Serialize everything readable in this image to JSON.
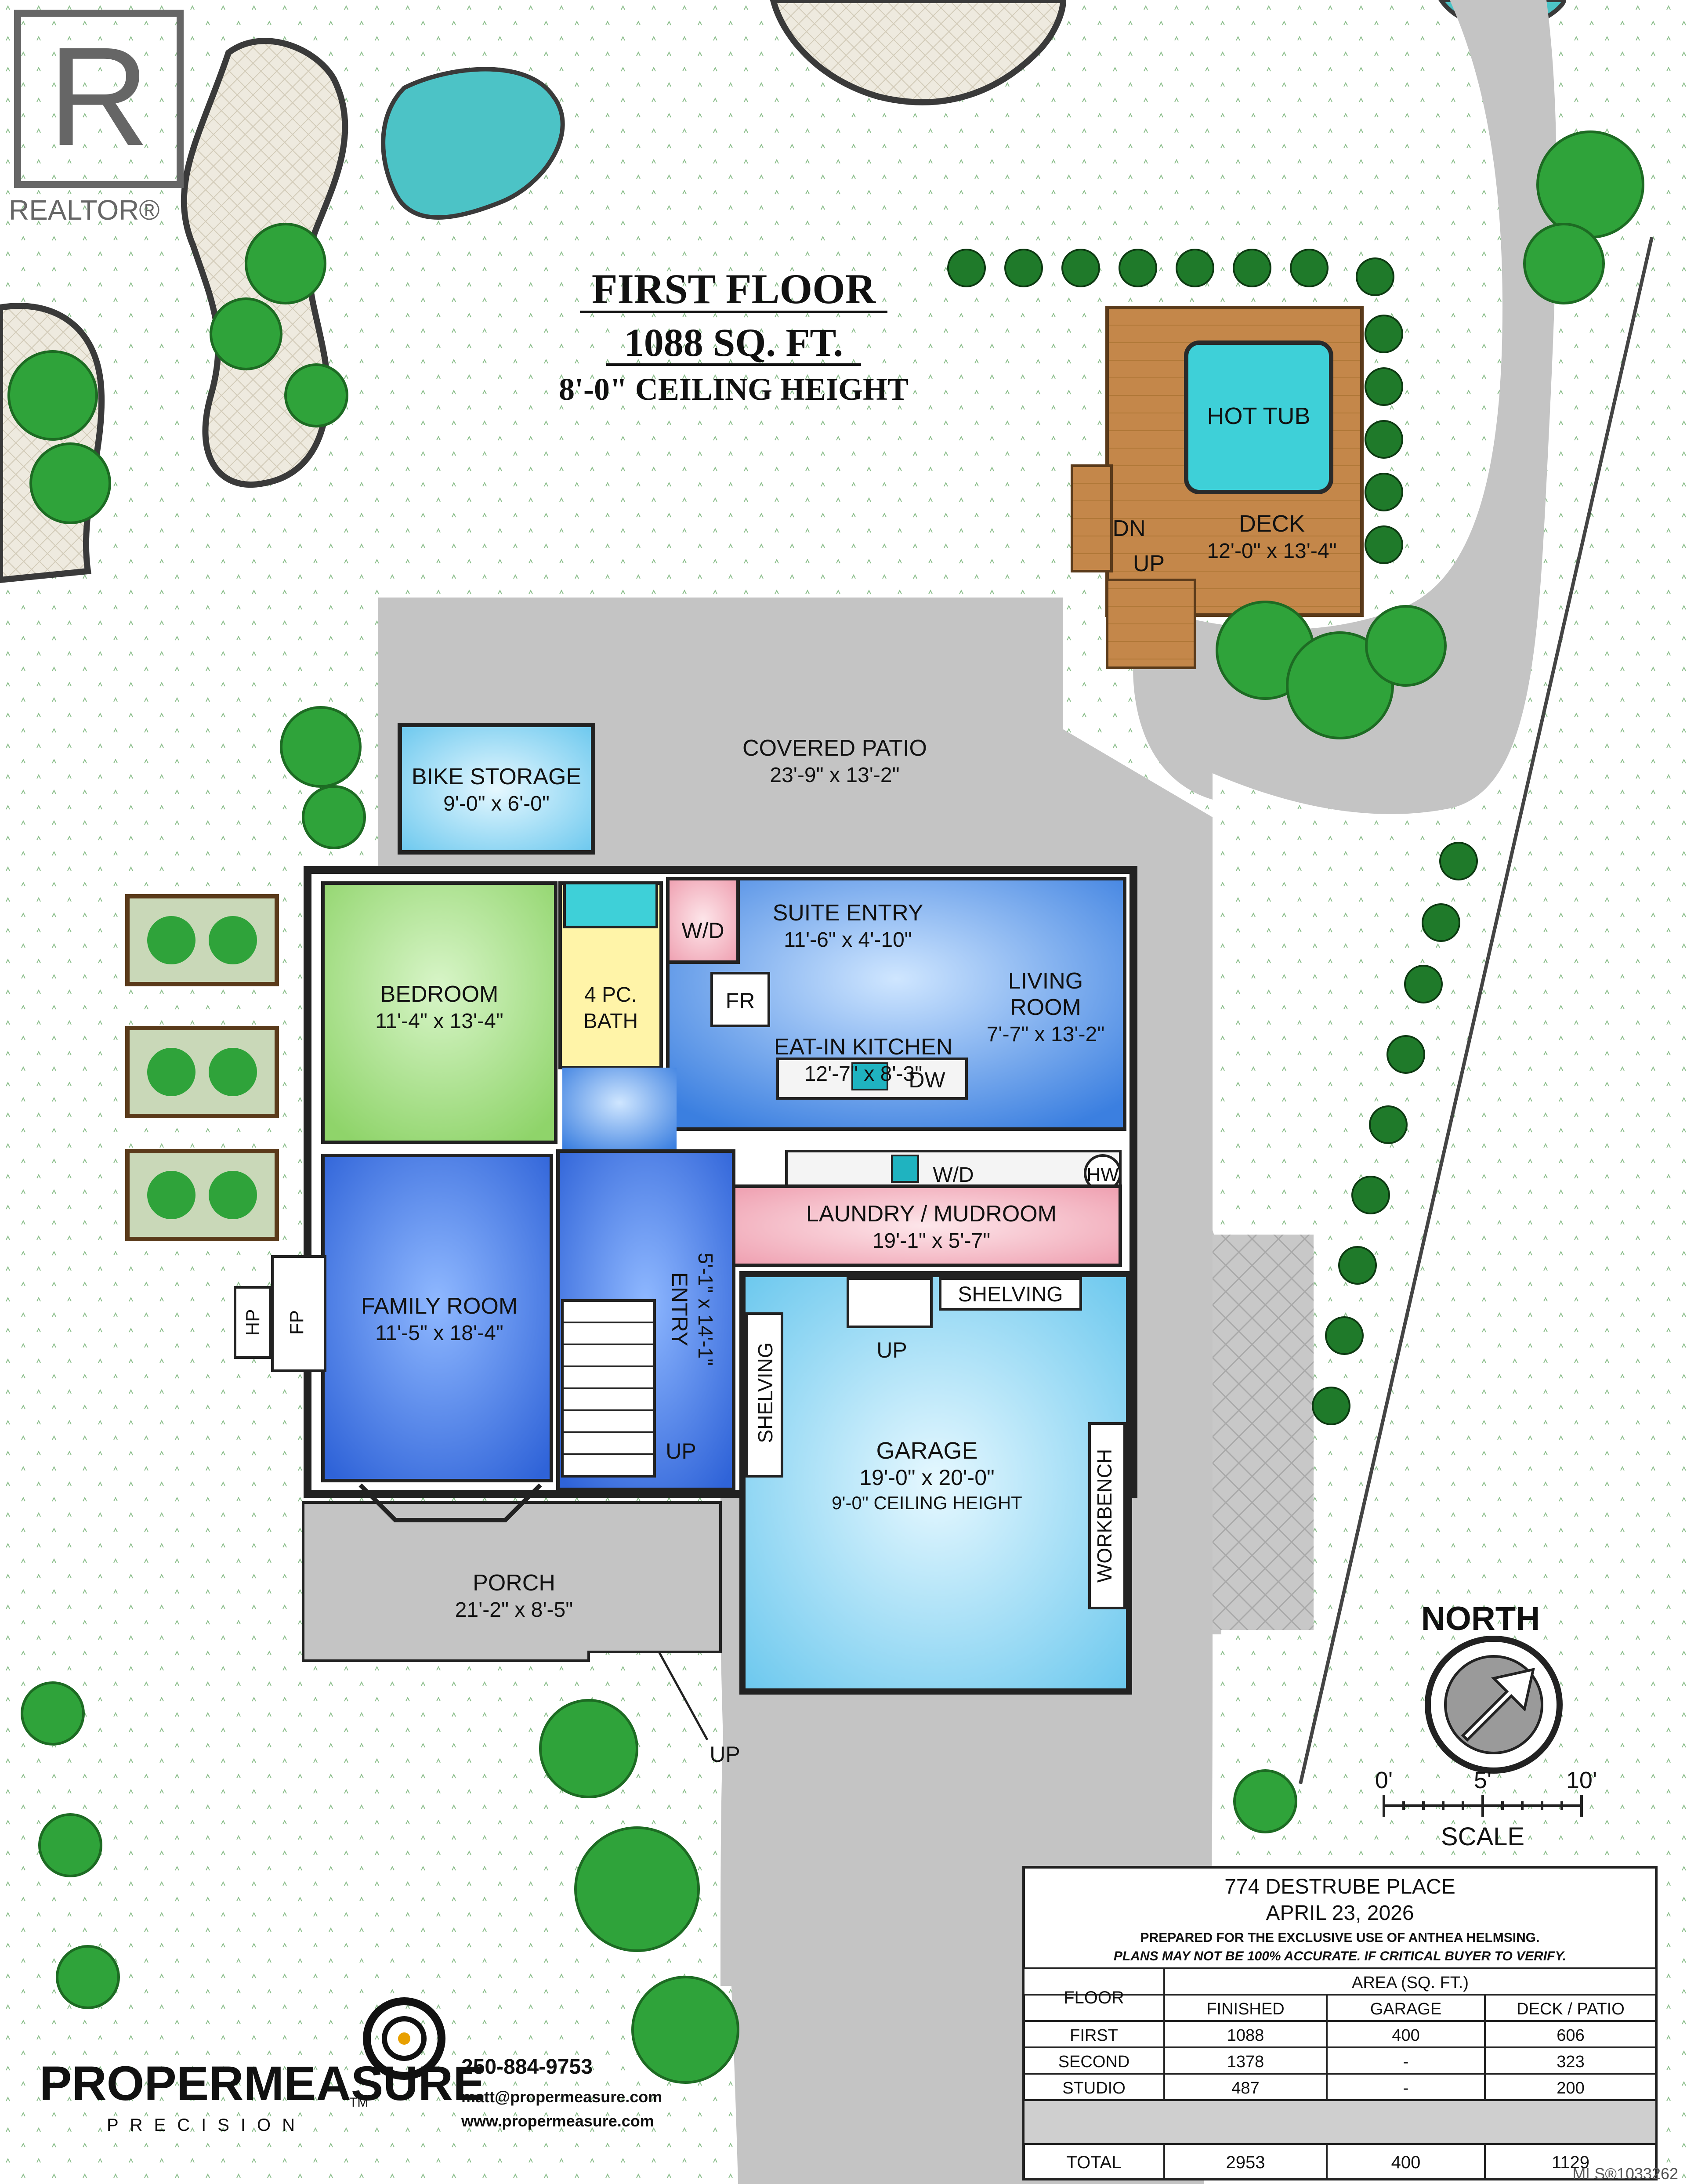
{
  "watermark": {
    "brand": "REALTOR®"
  },
  "header": {
    "title": "FIRST FLOOR",
    "area": "1088 SQ. FT.",
    "ceiling": "8'-0\" CEILING HEIGHT"
  },
  "rooms": {
    "hot_tub": {
      "label": "HOT TUB"
    },
    "deck": {
      "label": "DECK",
      "dims": "12'-0\" x 13'-4\""
    },
    "deck_dn": "DN",
    "deck_up": "UP",
    "covered_patio": {
      "label": "COVERED PATIO",
      "dims": "23'-9\" x 13'-2\""
    },
    "bike_storage": {
      "label": "BIKE STORAGE",
      "dims": "9'-0\" x 6'-0\""
    },
    "suite_entry": {
      "label": "SUITE ENTRY",
      "dims": "11'-6\" x 4'-10\""
    },
    "wd_suite": "W/D",
    "living_room": {
      "label1": "LIVING",
      "label2": "ROOM",
      "dims": "7'-7\" x 13'-2\""
    },
    "bedroom": {
      "label": "BEDROOM",
      "dims": "11'-4\" x 13'-4\""
    },
    "bath": {
      "label1": "4 PC.",
      "label2": "BATH"
    },
    "fr": "FR",
    "kitchen": {
      "label": "EAT-IN KITCHEN",
      "dims": "12'-7\" x 8'-3\""
    },
    "dw": "DW",
    "wd_laundry": "W/D",
    "hw": "HW",
    "laundry": {
      "label": "LAUNDRY / MUDROOM",
      "dims": "19'-1\" x 5'-7\""
    },
    "shelving_top": "SHELVING",
    "shelving_side": "SHELVING",
    "garage_up": "UP",
    "family_room": {
      "label": "FAMILY ROOM",
      "dims": "11'-5\" x 18'-4\""
    },
    "hp": "HP",
    "fp": "FP",
    "entry": {
      "label": "ENTRY",
      "dims": "5'-1\" x 14'-1\""
    },
    "entry_up": "UP",
    "garage": {
      "label": "GARAGE",
      "dims": "19'-0\" x 20'-0\"",
      "ceiling": "9'-0\" CEILING HEIGHT"
    },
    "workbench": "WORKBENCH",
    "porch": {
      "label": "PORCH",
      "dims": "21'-2\" x 8'-5\""
    },
    "porch_up": "UP"
  },
  "compass": {
    "label": "NORTH"
  },
  "scale": {
    "ticks": [
      "0'",
      "5'",
      "10'"
    ],
    "label": "SCALE"
  },
  "info_table": {
    "address": "774 DESTRUBE PLACE",
    "date": "APRIL 23, 2026",
    "note1": "PREPARED FOR THE EXCLUSIVE USE OF ANTHEA HELMSING.",
    "note2": "PLANS MAY NOT BE 100% ACCURATE. IF CRITICAL BUYER TO VERIFY.",
    "floor_header": "FLOOR",
    "area_header": "AREA (SQ. FT.)",
    "columns": [
      "FINISHED",
      "GARAGE",
      "DECK / PATIO"
    ],
    "rows": [
      {
        "floor": "FIRST",
        "finished": "1088",
        "garage": "400",
        "deck": "606"
      },
      {
        "floor": "SECOND",
        "finished": "1378",
        "garage": "-",
        "deck": "323"
      },
      {
        "floor": "STUDIO",
        "finished": "487",
        "garage": "-",
        "deck": "200"
      }
    ],
    "total": {
      "floor": "TOTAL",
      "finished": "2953",
      "garage": "400",
      "deck": "1129"
    }
  },
  "company": {
    "name_a": "PROPER",
    "name_b": "MEASURE",
    "tm": "TM",
    "tagline": "PRECISION",
    "phone": "250-884-9753",
    "email": "matt@propermeasure.com",
    "web": "www.propermeasure.com"
  },
  "mls": "MLS®1033262"
}
